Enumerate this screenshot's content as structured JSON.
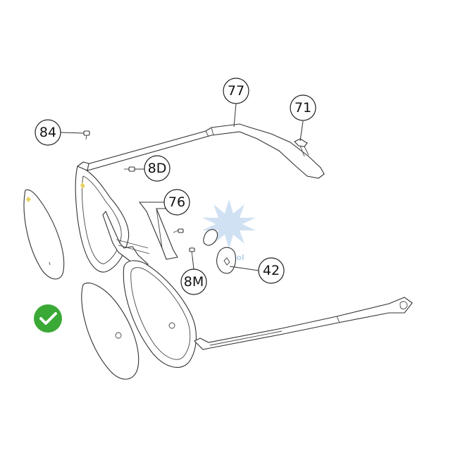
{
  "callouts": {
    "c77": "77",
    "c71": "71",
    "c84": "84",
    "c8D": "8D",
    "c76": "76",
    "c42": "42",
    "c8M": "8M"
  },
  "watermark": {
    "text": "solisol"
  },
  "colors": {
    "check_green": "#3aa935",
    "watermark_blue": "#a9c8ea",
    "line": "#333333"
  },
  "icons": {
    "selected_marker": "check-circle-icon",
    "brand_mark": "sun-star-icon"
  }
}
